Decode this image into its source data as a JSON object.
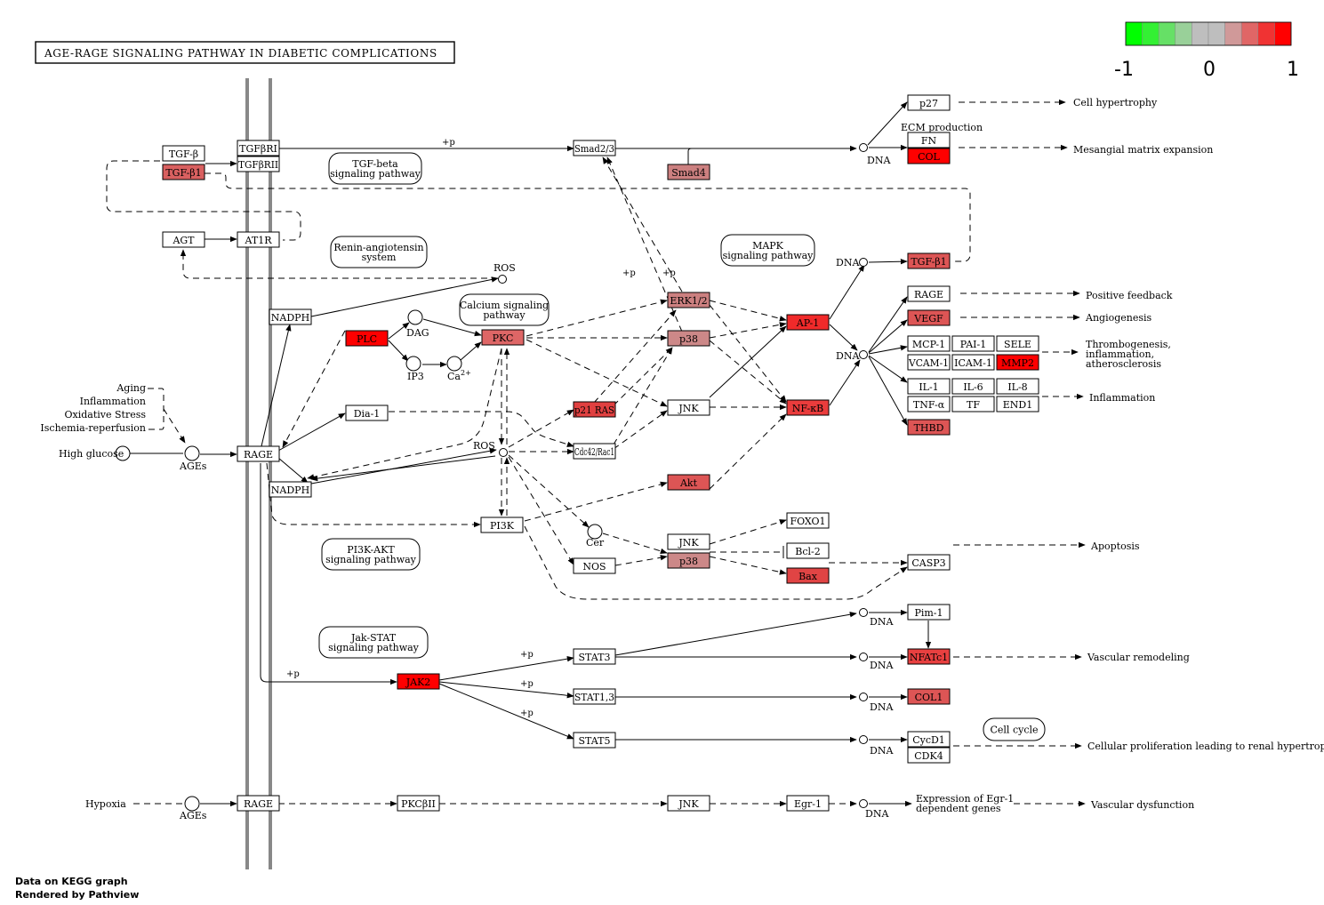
{
  "title": "AGE-RAGE SIGNALING PATHWAY IN DIABETIC COMPLICATIONS",
  "legend": {
    "min_label": "-1",
    "mid_label": "0",
    "max_label": "1",
    "colors": [
      "#00ff00",
      "#33f033",
      "#66e066",
      "#99d099",
      "#bebebe",
      "#bebebe",
      "#d09999",
      "#e06666",
      "#f03333",
      "#ff0000"
    ]
  },
  "footer": {
    "line1": "Data on KEGG graph",
    "line2": "Rendered by Pathview"
  },
  "pathways": {
    "tgfb": [
      "TGF-beta",
      "signaling pathway"
    ],
    "renin": [
      "Renin-angiotensin",
      "system"
    ],
    "calcium": [
      "Calcium signaling",
      "pathway"
    ],
    "mapk": [
      "MAPK",
      "signaling pathway"
    ],
    "pi3k": [
      "PI3K-AKT",
      "signaling pathway"
    ],
    "jakstat": [
      "Jak-STAT",
      "signaling pathway"
    ],
    "cellcycle": [
      "Cell cycle"
    ]
  },
  "genes": {
    "tgfb": "TGF-β",
    "tgfb1": "TGF-β1",
    "tgfbr1": "TGFβRI",
    "tgfbr2": "TGFβRII",
    "agt": "AGT",
    "at1r": "AT1R",
    "smad23": "Smad2/3",
    "smad4": "Smad4",
    "p27": "p27",
    "fn": "FN",
    "col": "COL",
    "tgfb1b": "TGF-β1",
    "nadph1": "NADPH",
    "nadph2": "NADPH",
    "plc": "PLC",
    "pkc": "PKC",
    "dia1": "Dia-1",
    "rage1": "RAGE",
    "rage2": "RAGE",
    "erk": "ERK1/2",
    "p38a": "p38",
    "jnk1": "JNK",
    "p21ras": "p21 RAS",
    "cdc42": "Cdc42/Rac1",
    "ap1": "AP-1",
    "nfkb": "NF-κB",
    "akt": "Akt",
    "pi3k": "PI3K",
    "jnk2": "JNK",
    "p38b": "p38",
    "nos": "NOS",
    "foxo1": "FOXO1",
    "bcl2": "Bcl-2",
    "bax": "Bax",
    "casp3": "CASP3",
    "rage3": "RAGE",
    "vegf": "VEGF",
    "mcp1": "MCP-1",
    "pai1": "PAI-1",
    "sele": "SELE",
    "vcam1": "VCAM-1",
    "icam1": "ICAM-1",
    "mmp2": "MMP2",
    "il1": "IL-1",
    "il6": "IL-6",
    "il8": "IL-8",
    "tnfa": "TNF-α",
    "tf": "TF",
    "end1": "END1",
    "thbd": "THBD",
    "pim1": "Pim-1",
    "nfatc1": "NFATc1",
    "col1": "COL1",
    "cycd1": "CycD1",
    "cdk4": "CDK4",
    "jak2": "JAK2",
    "stat3": "STAT3",
    "stat13": "STAT1,3",
    "stat5": "STAT5",
    "pkcb2": "PKCβII",
    "jnk3": "JNK",
    "egr1": "Egr-1"
  },
  "gene_colors": {
    "tgfb1": "#d96060",
    "smad4": "#cc8080",
    "col": "#ff0000",
    "tgfb1b": "#dd5555",
    "plc": "#ff0000",
    "pkc": "#de6666",
    "erk": "#cc8080",
    "p38a": "#cc8888",
    "p21ras": "#e04040",
    "ap1": "#f02a2a",
    "nfkb": "#ea3c3c",
    "akt": "#dd5555",
    "p38b": "#cc8888",
    "bax": "#e04444",
    "vegf": "#dd5555",
    "mmp2": "#ff0000",
    "thbd": "#dd5555",
    "nfatc1": "#e84040",
    "col1": "#dd5555",
    "jak2": "#ff0000"
  },
  "compounds": {
    "ros1": "ROS",
    "dag": "DAG",
    "ip3": "IP3",
    "ca": "Ca",
    "ca_sup": "2+",
    "ros2": "ROS",
    "ages1": "AGEs",
    "ages2": "AGEs",
    "cer": "Cer",
    "dna": "DNA",
    "high_glucose": "High glucose",
    "hypoxia": "Hypoxia"
  },
  "stimuli": [
    "Aging",
    "Inflammation",
    "Oxidative Stress",
    "Ischemia-reperfusion"
  ],
  "outcomes": {
    "cell_hypertrophy": "Cell hypertrophy",
    "mesangial": "Mesangial matrix expansion",
    "positive_feedback": "Positive feedback",
    "angiogenesis": "Angiogenesis",
    "thrombogenesis": [
      "Thrombogenesis,",
      "inflammation,",
      "atherosclerosis"
    ],
    "inflammation": "Inflammation",
    "apoptosis": "Apoptosis",
    "vascular_remodeling": "Vascular remodeling",
    "proliferation": "Cellular proliferation leading to renal hypertrophy",
    "vascular_dysfunction": "Vascular dysfunction",
    "ecm_production": "ECM production",
    "egr1_expression": [
      "Expression of Egr-1",
      "dependent genes"
    ]
  },
  "edge_labels": {
    "p": "+p"
  }
}
